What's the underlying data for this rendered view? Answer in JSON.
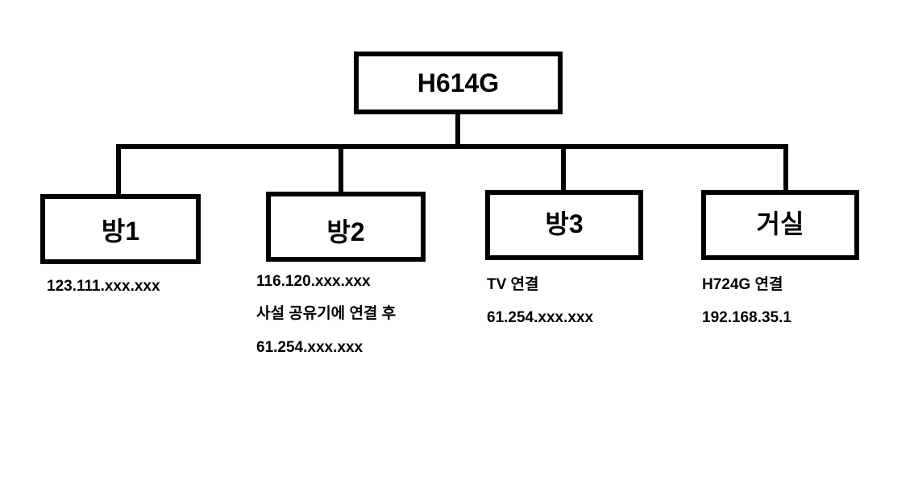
{
  "root": {
    "label": "H614G"
  },
  "children": [
    {
      "label": "방1",
      "notes": [
        "123.111.xxx.xxx"
      ]
    },
    {
      "label": "방2",
      "notes": [
        "116.120.xxx.xxx",
        "사설 공유기에 연결 후",
        "61.254.xxx.xxx"
      ]
    },
    {
      "label": "방3",
      "notes": [
        "TV 연결",
        "61.254.xxx.xxx"
      ]
    },
    {
      "label": "거실",
      "notes": [
        "H724G 연결",
        "192.168.35.1"
      ]
    }
  ],
  "colors": {
    "line": "#000000",
    "background": "#ffffff"
  }
}
